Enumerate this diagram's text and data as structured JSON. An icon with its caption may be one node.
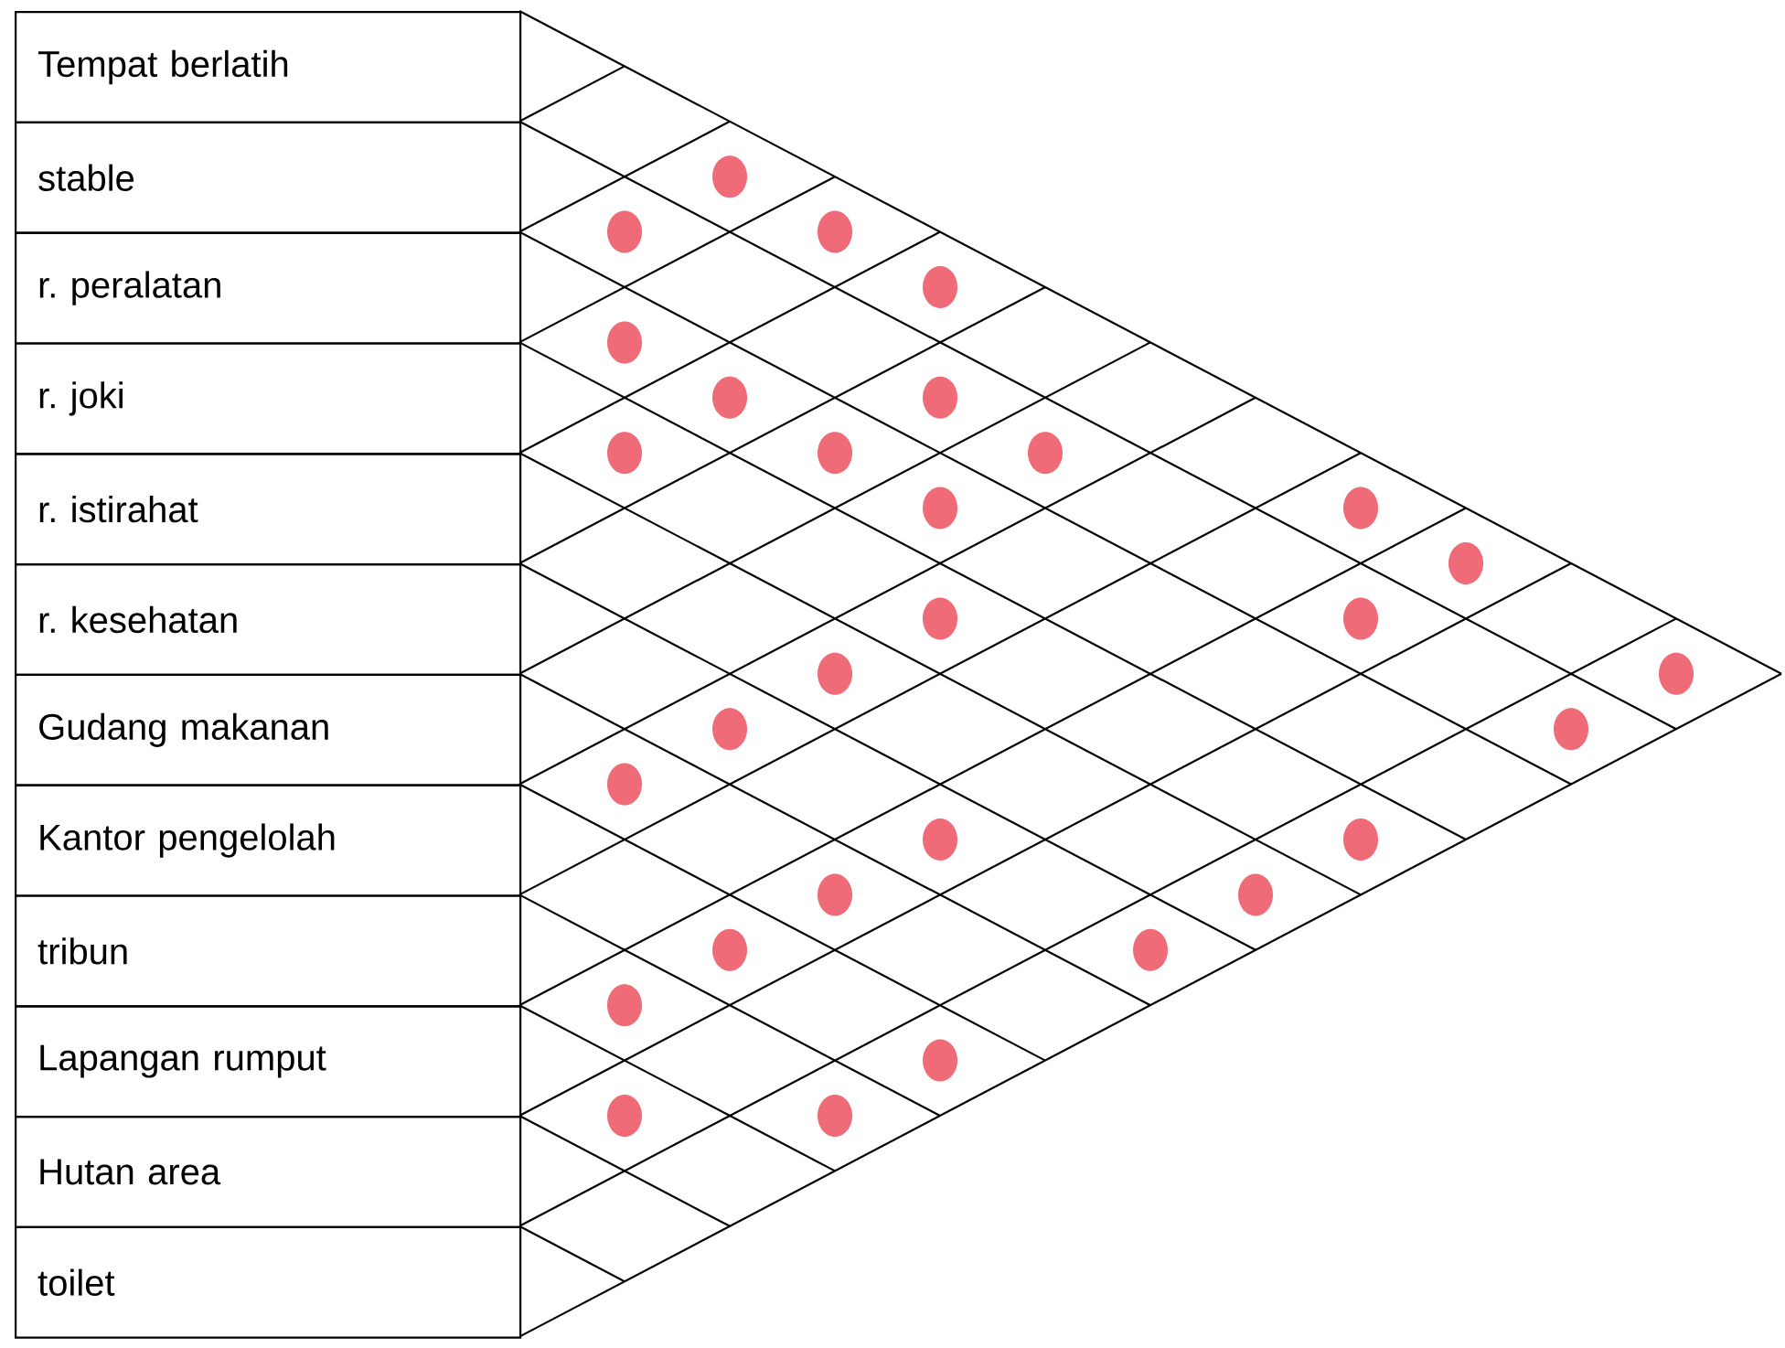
{
  "diagram": {
    "nodes": [
      {
        "text": [
          "Tempat berlatih"
        ]
      },
      {
        "text": [
          "stable"
        ]
      },
      {
        "text": [
          "r. peralatan"
        ]
      },
      {
        "text": [
          "r. joki"
        ]
      },
      {
        "text": [
          "r. istirahat"
        ]
      },
      {
        "text": [
          "r. kesehatan"
        ]
      },
      {
        "text": [
          "Gudang makanan"
        ]
      },
      {
        "text": [
          "Kantor pengelolah"
        ]
      },
      {
        "text": [
          "tribun"
        ]
      },
      {
        "text": [
          "Lapangan rumput"
        ]
      },
      {
        "text": [
          "Hutan area"
        ]
      },
      {
        "text": [
          "toilet"
        ]
      },
      {
        "text": [],
        "shape": "circle"
      },
      {
        "text": [],
        "shape": "circle"
      },
      {
        "text": [],
        "shape": "circle"
      },
      {
        "text": [],
        "shape": "circle"
      },
      {
        "text": [],
        "shape": "circle"
      },
      {
        "text": [],
        "shape": "circle"
      },
      {
        "text": [],
        "shape": "circle"
      },
      {
        "text": [],
        "shape": "circle"
      },
      {
        "text": [],
        "shape": "circle"
      },
      {
        "text": [],
        "shape": "circle"
      },
      {
        "text": [],
        "shape": "circle"
      },
      {
        "text": [],
        "shape": "circle"
      },
      {
        "text": [],
        "shape": "circle"
      },
      {
        "text": [],
        "shape": "circle"
      },
      {
        "text": [],
        "shape": "circle"
      },
      {
        "text": [],
        "shape": "circle"
      },
      {
        "text": [],
        "shape": "circle"
      },
      {
        "text": [],
        "shape": "circle"
      },
      {
        "text": [],
        "shape": "circle"
      },
      {
        "text": [],
        "shape": "circle"
      },
      {
        "text": [],
        "shape": "circle"
      },
      {
        "text": [],
        "shape": "circle"
      },
      {
        "text": [],
        "shape": "circle"
      },
      {
        "text": [],
        "shape": "circle"
      },
      {
        "text": [],
        "shape": "circle"
      },
      {
        "text": [],
        "shape": "circle"
      },
      {
        "text": [],
        "shape": "circle"
      },
      {
        "text": [],
        "shape": "circle"
      },
      {
        "text": [],
        "shape": "circle"
      },
      {
        "text": [],
        "shape": "circle"
      }
    ]
  }
}
